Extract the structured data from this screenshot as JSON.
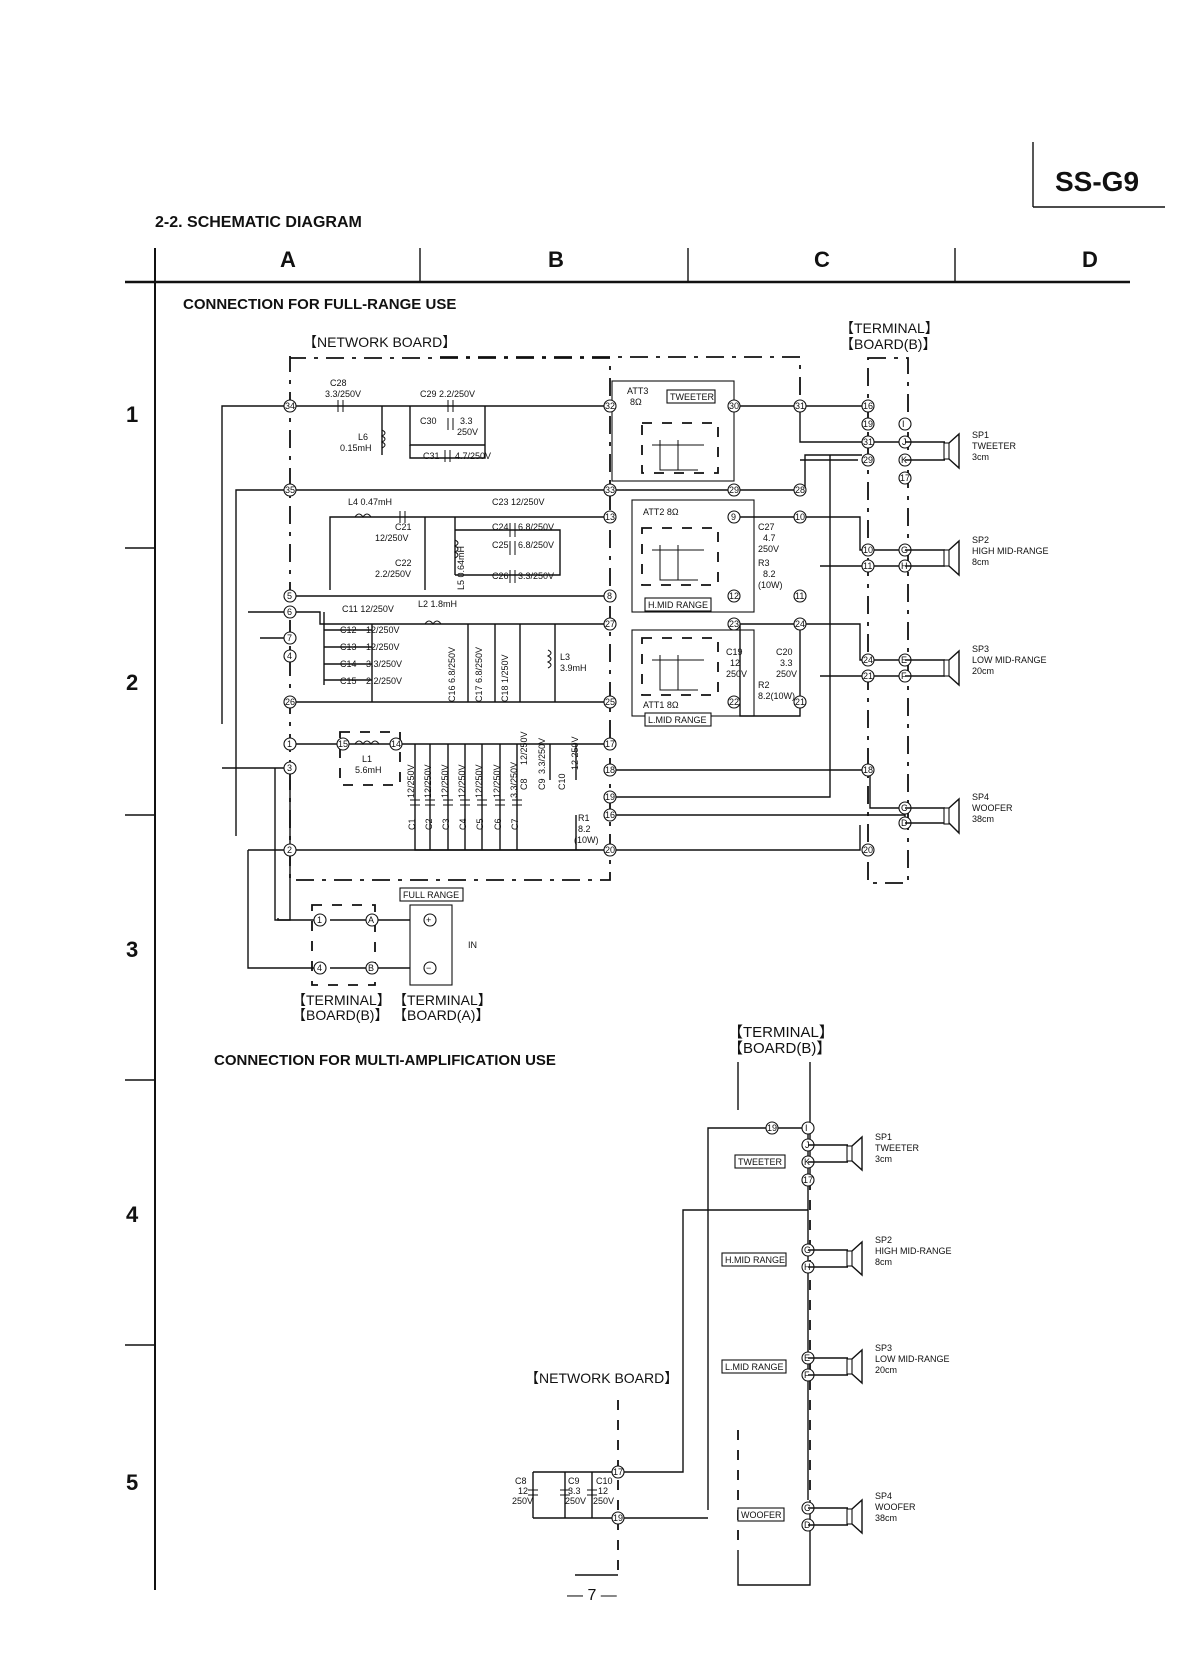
{
  "page": {
    "model": "SS-G9",
    "section": "2-2.  SCHEMATIC DIAGRAM",
    "page_number": "— 7 —"
  },
  "grid": {
    "columns": [
      "A",
      "B",
      "C",
      "D"
    ],
    "rows": [
      "1",
      "2",
      "3",
      "4",
      "5"
    ]
  },
  "full_range": {
    "title": "CONNECTION FOR FULL-RANGE USE",
    "network_board": "【NETWORK BOARD】",
    "terminal_b_top": "【TERMINAL】",
    "terminal_b_bottom": "【BOARD(B)】",
    "full_range_label": "FULL RANGE",
    "in_label": "IN",
    "terminal_b_label_1": "【TERMINAL】",
    "terminal_b_label_2": "【BOARD(B)】",
    "terminal_a_label_1": "【TERMINAL】",
    "terminal_a_label_2": "【BOARD(A)】",
    "components": {
      "c28": "C28",
      "c28_val": "3.3/250V",
      "c29": "C29  2.2/250V",
      "c30": "C30",
      "c30_val_1": "3.3",
      "c30_val_2": "250V",
      "c31": "C31",
      "c31_val": "4.7/250V",
      "l6": "L6",
      "l6_val": "0.15mH",
      "att3": "ATT3",
      "att3_ohm": "8Ω",
      "tweeter_box": "TWEETER",
      "l4": "L4  0.47mH",
      "c21": "C21",
      "c21_val": "12/250V",
      "c22": "C22",
      "c22_val": "2.2/250V",
      "l5": "L5  0.64mH",
      "c23": "C23 12/250V",
      "c24": "C24",
      "c24_val": "6.8/250V",
      "c25": "C25",
      "c25_val": "6.8/250V",
      "c26": "C26",
      "c26_val": "3.3/250V",
      "att2": "ATT2  8Ω",
      "c27": "C27",
      "c27_val_1": "4.7",
      "c27_val_2": "250V",
      "r3": "R3",
      "r3_val_1": "8.2",
      "r3_val_2": "(10W)",
      "hmid_box": "H.MID RANGE",
      "c11": "C11  12/250V",
      "l2": "L2  1.8mH",
      "c12": "C12",
      "c12_val": "12/250V",
      "c13": "C13",
      "c13_val": "12/250V",
      "c14": "C14",
      "c14_val": "3.3/250V",
      "c15": "C15",
      "c15_val": "2.2/250V",
      "c16": "C16  6.8/250V",
      "c17": "C17  6.8/250V",
      "c18": "C18  1/250V",
      "l3": "L3",
      "l3_val": "3.9mH",
      "att1": "ATT1  8Ω",
      "lmid_box": "L.MID RANGE",
      "c19": "C19",
      "c19_val_1": "12",
      "c19_val_2": "250V",
      "c20": "C20",
      "c20_val_1": "3.3",
      "c20_val_2": "250V",
      "r2": "R2",
      "r2_val": "8.2(10W)",
      "l1": "L1",
      "l1_val": "5.6mH",
      "c1": "C1",
      "c2": "C2",
      "c3": "C3",
      "c4": "C4",
      "c5": "C5",
      "c6": "C6",
      "c7": "C7",
      "c8": "C8",
      "c9": "C9",
      "c10": "C10",
      "cap_12": "12/250V",
      "cap_33": "3.3/250V",
      "c10_val": "12 250V",
      "r1": "R1",
      "r1_val_1": "8.2",
      "r1_val_2": "(10W)"
    },
    "speakers": [
      {
        "id": "SP1",
        "name": "TWEETER",
        "size": "3cm"
      },
      {
        "id": "SP2",
        "name": "HIGH MID-RANGE",
        "size": "8cm"
      },
      {
        "id": "SP3",
        "name": "LOW MID-RANGE",
        "size": "20cm"
      },
      {
        "id": "SP4",
        "name": "WOOFER",
        "size": "38cm"
      }
    ]
  },
  "multi_amp": {
    "title": "CONNECTION FOR MULTI-AMPLIFICATION USE",
    "terminal_b_1": "【TERMINAL】",
    "terminal_b_2": "【BOARD(B)】",
    "network_board": "【NETWORK BOARD】",
    "tweeter_box": "TWEETER",
    "hmid_box": "H.MID RANGE",
    "lmid_box": "L.MID RANGE",
    "woofer_box": "WOOFER",
    "c8": "C8",
    "c8_val_1": "12",
    "c8_val_2": "250V",
    "c9": "C9",
    "c9_val_1": "3.3",
    "c9_val_2": "250V",
    "c10": "C10",
    "c10_val_1": "12",
    "c10_val_2": "250V",
    "speakers": [
      {
        "id": "SP1",
        "name": "TWEETER",
        "size": "3cm"
      },
      {
        "id": "SP2",
        "name": "HIGH MID-RANGE",
        "size": "8cm"
      },
      {
        "id": "SP3",
        "name": "LOW MID-RANGE",
        "size": "20cm"
      },
      {
        "id": "SP4",
        "name": "WOOFER",
        "size": "38cm"
      }
    ]
  },
  "nodes": {
    "n1": "1",
    "n2": "2",
    "n3": "3",
    "n4": "4",
    "n5": "5",
    "n6": "6",
    "n7": "7",
    "n8": "8",
    "n9": "9",
    "n10": "10",
    "n11": "11",
    "n12": "12",
    "n13": "13",
    "n14": "14",
    "n15": "15",
    "n16": "16",
    "n17": "17",
    "n18": "18",
    "n19": "19",
    "n20": "20",
    "n21": "21",
    "n22": "22",
    "n23": "23",
    "n24": "24",
    "n25": "25",
    "n26": "26",
    "n27": "27",
    "n28": "28",
    "n29": "29",
    "n30": "30",
    "n31": "31",
    "n32": "32",
    "n33": "33",
    "n34": "34",
    "n35": "35",
    "tA": "A",
    "tB": "B",
    "tC": "C",
    "tD": "D",
    "tE": "E",
    "tF": "F",
    "tG": "G",
    "tH": "H",
    "tI": "I",
    "tJ": "J",
    "tK": "K",
    "plus": "+",
    "minus": "−"
  }
}
